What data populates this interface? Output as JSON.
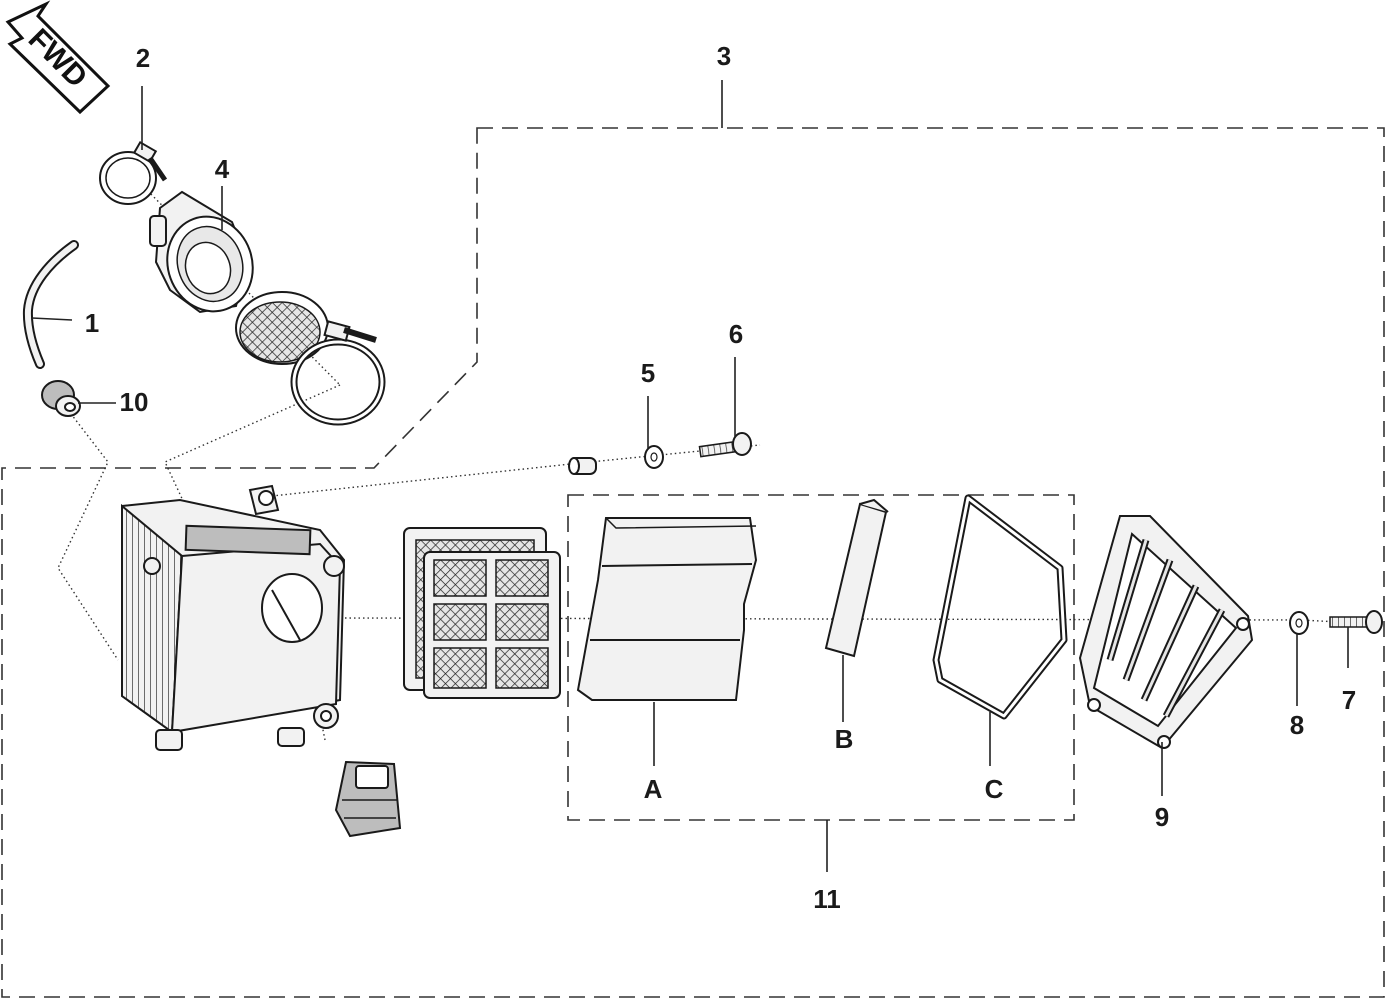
{
  "direction_badge": {
    "label": "FWD"
  },
  "callouts": {
    "c1": "1",
    "c2": "2",
    "c3": "3",
    "c4": "4",
    "c5": "5",
    "c6": "6",
    "c7": "7",
    "c8": "8",
    "c9": "9",
    "c10": "10",
    "c11": "11",
    "cA": "A",
    "cB": "B",
    "cC": "C"
  },
  "colors": {
    "line": "#1a1a1a",
    "fill": "#f2f2f2",
    "shade": "#bdbdbd"
  }
}
